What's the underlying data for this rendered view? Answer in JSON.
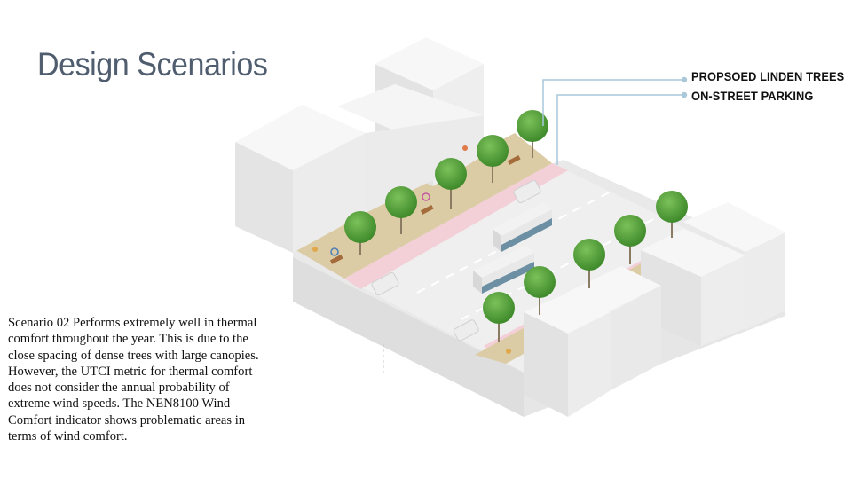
{
  "slide": {
    "title": "Design Scenarios",
    "description": "Scenario 02 Performs extremely well in thermal comfort throughout the year. This is due to the close spacing of dense trees with large canopies. However, the UTCI metric for thermal comfort does not consider the annual probability of extreme wind speeds. The NEN8100 Wind Comfort indicator shows problematic areas in terms of wind comfort."
  },
  "diagram": {
    "callouts": [
      {
        "label": "PROPSOED LINDEN TREES"
      },
      {
        "label": "ON-STREET PARKING"
      }
    ],
    "colors": {
      "building_top": "#f7f7f7",
      "building_left": "#e4e4e4",
      "building_right": "#ececec",
      "road": "#eeeeee",
      "parking_lane": "#f3cfd7",
      "sidewalk": "#dccca6",
      "tree_canopy": "#5da33c",
      "callout_line": "#a9c8da",
      "bus_roof": "#f2f2f2",
      "bus_side": "#6c8fa3"
    }
  }
}
